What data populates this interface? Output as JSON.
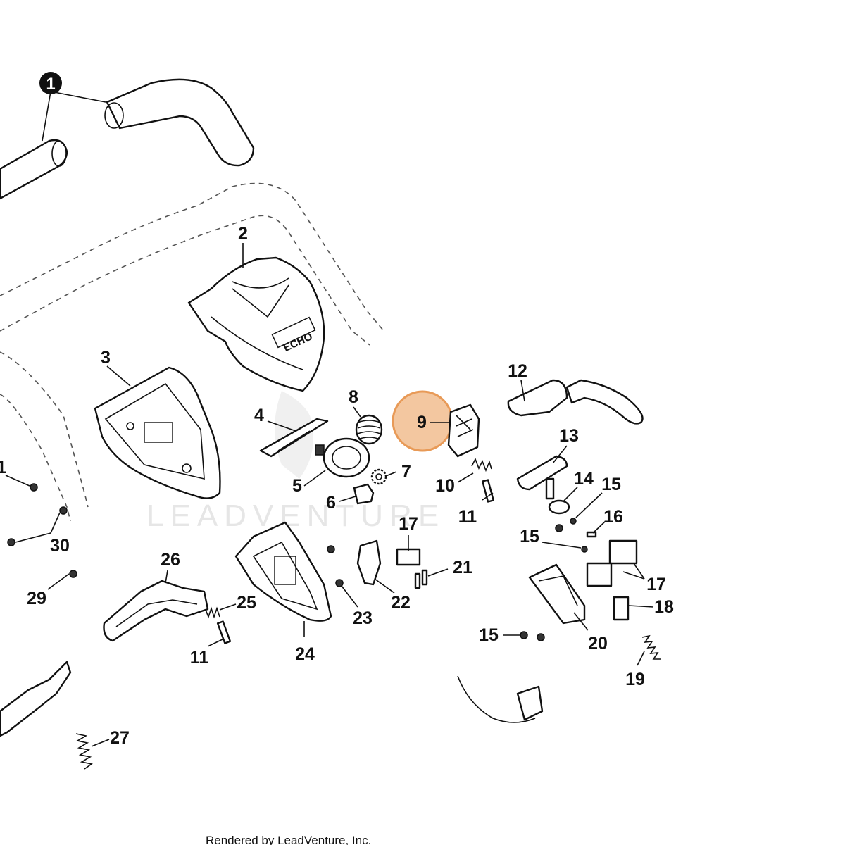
{
  "diagram": {
    "watermark": "LEADVENTURE",
    "footer": "Rendered by LeadVenture, Inc.",
    "brand_logo_text": "ECHO",
    "highlight_color": "#f0a55e",
    "highlighted_part": "9",
    "callouts": [
      "1",
      "2",
      "3",
      "4",
      "5",
      "6",
      "7",
      "8",
      "9",
      "10",
      "11",
      "12",
      "13",
      "14",
      "15",
      "16",
      "17",
      "18",
      "19",
      "20",
      "21",
      "22",
      "23",
      "24",
      "25",
      "26",
      "27",
      "29",
      "30"
    ]
  }
}
